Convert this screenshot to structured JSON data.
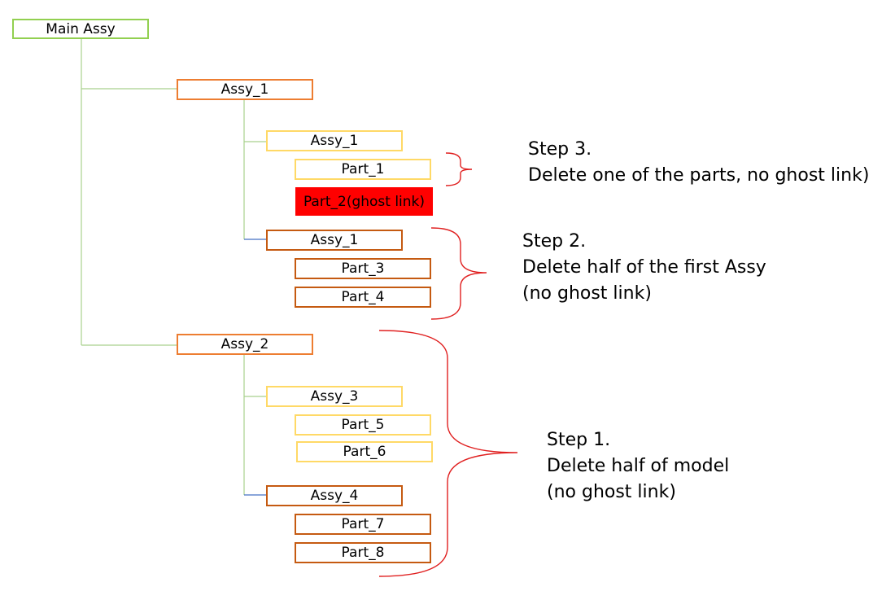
{
  "tree": {
    "root": {
      "label": "Main Assy"
    },
    "assy_1": {
      "label": "Assy_1"
    },
    "assy_1_sub_a": {
      "label": "Assy_1"
    },
    "part_1": {
      "label": "Part_1"
    },
    "part_2": {
      "label": "Part_2(ghost link)"
    },
    "assy_1_sub_b": {
      "label": "Assy_1"
    },
    "part_3": {
      "label": "Part_3"
    },
    "part_4": {
      "label": "Part_4"
    },
    "assy_2": {
      "label": "Assy_2"
    },
    "assy_3": {
      "label": "Assy_3"
    },
    "part_5": {
      "label": "Part_5"
    },
    "part_6": {
      "label": "Part_6"
    },
    "assy_4": {
      "label": "Assy_4"
    },
    "part_7": {
      "label": "Part_7"
    },
    "part_8": {
      "label": "Part_8"
    }
  },
  "notes": {
    "step3": {
      "title": "Step 3.",
      "line1": "Delete one of the parts, no ghost link)"
    },
    "step2": {
      "title": "Step 2.",
      "line1": "Delete half of the first Assy",
      "line2": "(no ghost link)"
    },
    "step1": {
      "title": "Step 1.",
      "line1": "Delete half of model",
      "line2": "(no ghost link)"
    }
  },
  "colors": {
    "root_border": "#92d050",
    "level1_border": "#ed7d31",
    "level2_light_border": "#ffd966",
    "level2_dark_border": "#c55a11",
    "ghost_fill": "#ff0000",
    "bracket": "#e02020",
    "connector_green": "#a9d18e",
    "connector_blue": "#4472c4"
  }
}
